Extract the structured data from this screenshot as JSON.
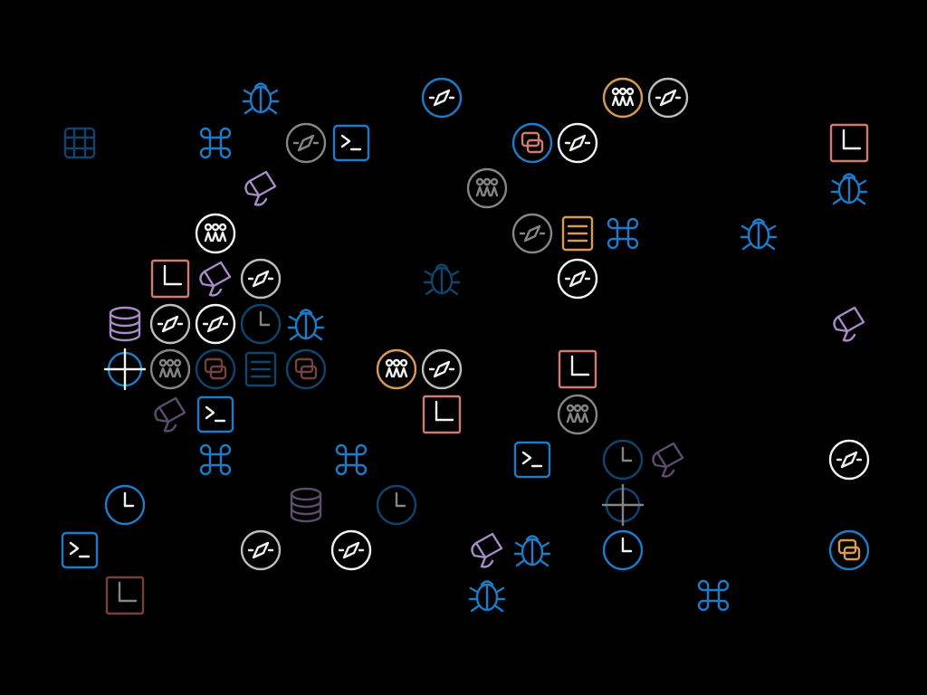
{
  "colors": {
    "background": "#000000",
    "blue": "#1d7cc9",
    "purple": "#a88bc8",
    "salmon": "#d07a72",
    "orange": "#d99a55",
    "gray": "#bdbdbd",
    "white": "#f2f2f2"
  },
  "icons": [
    {
      "type": "bug-icon",
      "color": "blue"
    },
    {
      "type": "compass-icon",
      "color": "blue"
    },
    {
      "type": "people-icon",
      "color": "orange"
    },
    {
      "type": "compass-icon",
      "color": "gray"
    },
    {
      "type": "grid-icon",
      "color": "blue"
    },
    {
      "type": "command-icon",
      "color": "blue"
    },
    {
      "type": "compass-icon",
      "color": "white"
    },
    {
      "type": "terminal-icon",
      "color": "blue"
    },
    {
      "type": "chat-icon",
      "color": "salmon"
    },
    {
      "type": "compass-icon",
      "color": "white"
    },
    {
      "type": "clock-square-icon",
      "color": "salmon"
    },
    {
      "type": "scroll-icon",
      "color": "purple"
    },
    {
      "type": "people-icon",
      "color": "white"
    },
    {
      "type": "bug-icon",
      "color": "blue"
    },
    {
      "type": "people-icon",
      "color": "white"
    },
    {
      "type": "contacts-icon",
      "color": "orange"
    },
    {
      "type": "command-icon",
      "color": "blue"
    },
    {
      "type": "bug-icon",
      "color": "blue"
    },
    {
      "type": "compass-icon",
      "color": "white"
    },
    {
      "type": "clock-square-icon",
      "color": "salmon"
    },
    {
      "type": "scroll-icon",
      "color": "purple"
    },
    {
      "type": "compass-icon",
      "color": "gray"
    },
    {
      "type": "compass-icon",
      "color": "white"
    },
    {
      "type": "database-icon",
      "color": "purple"
    },
    {
      "type": "compass-icon",
      "color": "gray"
    },
    {
      "type": "compass-icon",
      "color": "white"
    },
    {
      "type": "clock-icon",
      "color": "blue"
    },
    {
      "type": "bug-icon",
      "color": "blue"
    },
    {
      "type": "scroll-icon",
      "color": "purple"
    },
    {
      "type": "crosshair-icon",
      "color": "blue"
    },
    {
      "type": "people-icon",
      "color": "white"
    },
    {
      "type": "chat-icon",
      "color": "salmon"
    },
    {
      "type": "contacts-icon",
      "color": "blue"
    },
    {
      "type": "chat-icon",
      "color": "salmon"
    },
    {
      "type": "people-icon",
      "color": "orange"
    },
    {
      "type": "compass-icon",
      "color": "gray"
    },
    {
      "type": "clock-square-icon",
      "color": "salmon"
    },
    {
      "type": "terminal-icon",
      "color": "blue"
    },
    {
      "type": "scroll-icon",
      "color": "purple"
    },
    {
      "type": "clock-square-icon",
      "color": "salmon"
    },
    {
      "type": "people-icon",
      "color": "white"
    },
    {
      "type": "command-icon",
      "color": "blue"
    },
    {
      "type": "command-icon",
      "color": "blue"
    },
    {
      "type": "terminal-icon",
      "color": "blue"
    },
    {
      "type": "clock-icon",
      "color": "blue"
    },
    {
      "type": "scroll-icon",
      "color": "purple"
    },
    {
      "type": "compass-icon",
      "color": "white"
    },
    {
      "type": "clock-icon",
      "color": "blue"
    },
    {
      "type": "database-icon",
      "color": "purple"
    },
    {
      "type": "clock-icon",
      "color": "blue"
    },
    {
      "type": "crosshair-icon",
      "color": "blue"
    },
    {
      "type": "bug-icon",
      "color": "blue"
    },
    {
      "type": "terminal-icon",
      "color": "blue"
    },
    {
      "type": "compass-icon",
      "color": "white"
    },
    {
      "type": "compass-icon",
      "color": "gray"
    },
    {
      "type": "scroll-icon",
      "color": "purple"
    },
    {
      "type": "bug-icon",
      "color": "blue"
    },
    {
      "type": "clock-icon",
      "color": "blue"
    },
    {
      "type": "chat-icon",
      "color": "orange"
    },
    {
      "type": "clock-square-icon",
      "color": "salmon"
    },
    {
      "type": "bug-icon",
      "color": "blue"
    },
    {
      "type": "command-icon",
      "color": "blue"
    }
  ]
}
